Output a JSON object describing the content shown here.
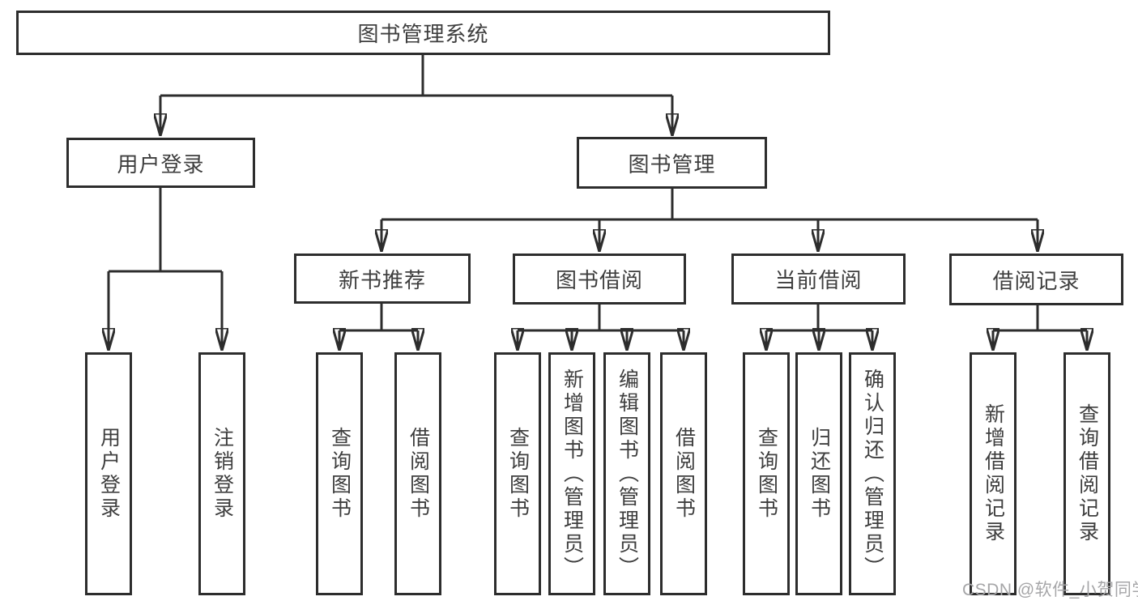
{
  "tree": {
    "label": "图书管理系统",
    "children": [
      {
        "label": "用户登录",
        "children": [
          {
            "label": "用户登录"
          },
          {
            "label": "注销登录"
          }
        ]
      },
      {
        "label": "图书管理",
        "children": [
          {
            "label": "新书推荐",
            "children": [
              {
                "label": "查询图书"
              },
              {
                "label": "借阅图书"
              }
            ]
          },
          {
            "label": "图书借阅",
            "children": [
              {
                "label": "查询图书"
              },
              {
                "label": "新增图书（管理员）"
              },
              {
                "label": "编辑图书（管理员）"
              },
              {
                "label": "借阅图书"
              }
            ]
          },
          {
            "label": "当前借阅",
            "children": [
              {
                "label": "查询图书"
              },
              {
                "label": "归还图书"
              },
              {
                "label": "确认归还（管理员）"
              }
            ]
          },
          {
            "label": "借阅记录",
            "children": [
              {
                "label": "新增借阅记录"
              },
              {
                "label": "查询借阅记录"
              }
            ]
          }
        ]
      }
    ]
  },
  "watermark": {
    "text": "CSDN @软件_小贺同学"
  },
  "colors": {
    "background": "#ffffff",
    "line": "#2d2d2d",
    "box_border": "#2d2d2d",
    "text": "#3e3e3e",
    "watermark": "#a6a6a8"
  }
}
